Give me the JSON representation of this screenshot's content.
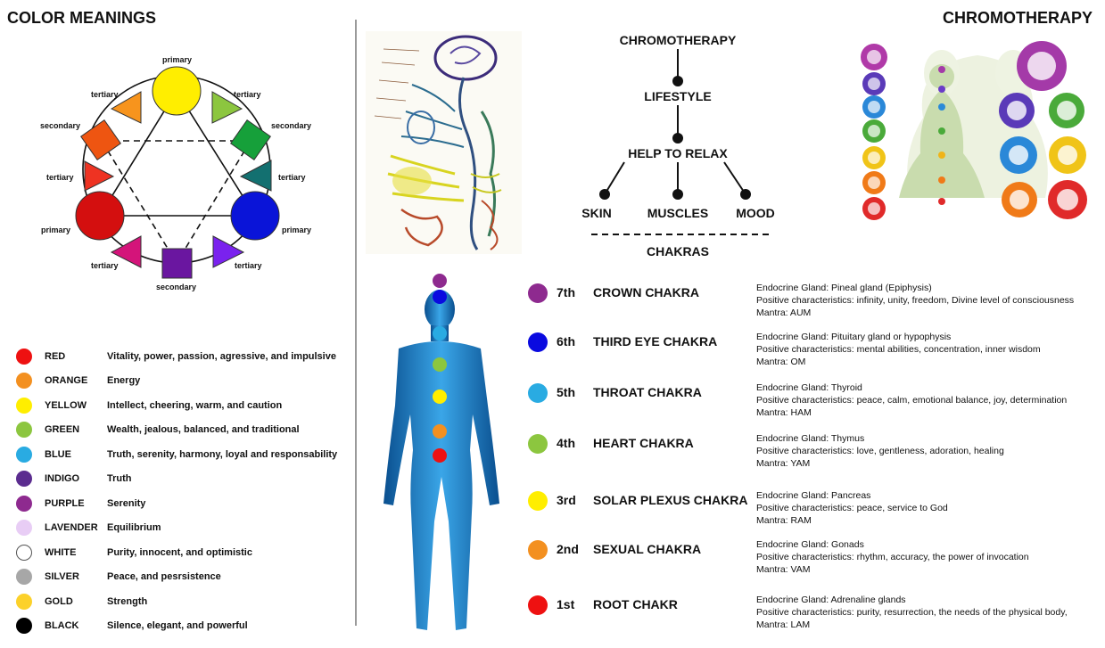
{
  "titles": {
    "left": "COLOR MEANINGS",
    "right": "CHROMOTHERAPY"
  },
  "wheel": {
    "top": "primary",
    "left": "primary",
    "right": "primary",
    "sec_left": "secondary",
    "sec_right": "secondary",
    "sec_bottom": "secondary",
    "t_ul": "tertiary",
    "t_ur": "tertiary",
    "t_ml": "tertiary",
    "t_mr": "tertiary",
    "t_bl": "tertiary",
    "t_br": "tertiary"
  },
  "legend": [
    {
      "name": "RED",
      "desc": "Vitality, power, passion, agressive, and impulsive",
      "color": "#ee1111"
    },
    {
      "name": "ORANGE",
      "desc": "Energy",
      "color": "#f39020"
    },
    {
      "name": "YELLOW",
      "desc": "Intellect, cheering, warm, and caution",
      "color": "#ffee00"
    },
    {
      "name": "GREEN",
      "desc": "Wealth, jealous, balanced, and traditional",
      "color": "#8cc63f"
    },
    {
      "name": "BLUE",
      "desc": "Truth, serenity, harmony, loyal and responsability",
      "color": "#29abe2"
    },
    {
      "name": "INDIGO",
      "desc": "Truth",
      "color": "#5b2c8f"
    },
    {
      "name": "PURPLE",
      "desc": "Serenity",
      "color": "#8e2a8f"
    },
    {
      "name": "LAVENDER",
      "desc": "Equilibrium",
      "color": "#e8cdf5"
    },
    {
      "name": "WHITE",
      "desc": "Purity, innocent, and optimistic",
      "color": "#ffffff"
    },
    {
      "name": "SILVER",
      "desc": "Peace, and pesrsistence",
      "color": "#a7a7a7"
    },
    {
      "name": "GOLD",
      "desc": "Strength",
      "color": "#fcd12a"
    },
    {
      "name": "BLACK",
      "desc": "Silence, elegant, and powerful",
      "color": "#000000"
    }
  ],
  "flow": {
    "root": "CHROMOTHERAPY",
    "level2": "LIFESTYLE",
    "level3": "HELP TO RELAX",
    "leaf1": "SKIN",
    "leaf2": "MUSCLES",
    "leaf3": "MOOD",
    "bottom": "CHAKRAS"
  },
  "chakras": [
    {
      "ord": "7th",
      "name": "CROWN CHAKRA",
      "color": "#8e2a8f",
      "gland": "Endocrine Gland: Pineal gland (Epiphysis)",
      "positive": "Positive characteristics: infinity, unity, freedom, Divine level of consciousness",
      "mantra": "Mantra: AUM"
    },
    {
      "ord": "6th",
      "name": "THIRD EYE CHAKRA",
      "color": "#0a0ae0",
      "gland": "Endocrine Gland: Pituitary gland or hypophysis",
      "positive": "Positive characteristics: mental abilities, concentration, inner wisdom",
      "mantra": "Mantra: OM"
    },
    {
      "ord": "5th",
      "name": "THROAT CHAKRA",
      "color": "#29abe2",
      "gland": "Endocrine Gland: Thyroid",
      "positive": "Positive characteristics: peace, calm, emotional balance, joy, determination",
      "mantra": "Mantra: HAM"
    },
    {
      "ord": "4th",
      "name": "HEART CHAKRA",
      "color": "#8cc63f",
      "gland": "Endocrine Gland: Thymus",
      "positive": "Positive characteristics: love, gentleness, adoration, healing",
      "mantra": "Mantra: YAM"
    },
    {
      "ord": "3rd",
      "name": "SOLAR PLEXUS CHAKRA",
      "color": "#ffee00",
      "gland": "Endocrine Gland: Pancreas",
      "positive": "Positive characteristics: peace, service to God",
      "mantra": "Mantra: RAM"
    },
    {
      "ord": "2nd",
      "name": "SEXUAL CHAKRA",
      "color": "#f39020",
      "gland": "Endocrine Gland: Gonads",
      "positive": "Positive characteristics: rhythm, accuracy, the power of invocation",
      "mantra": "Mantra: VAM"
    },
    {
      "ord": "1st",
      "name": "ROOT CHAKR",
      "color": "#ee1111",
      "gland": "Endocrine Gland: Adrenaline glands",
      "positive": "Positive characteristics: purity, resurrection, the needs of the physical body,",
      "mantra": "Mantra: LAM"
    }
  ]
}
